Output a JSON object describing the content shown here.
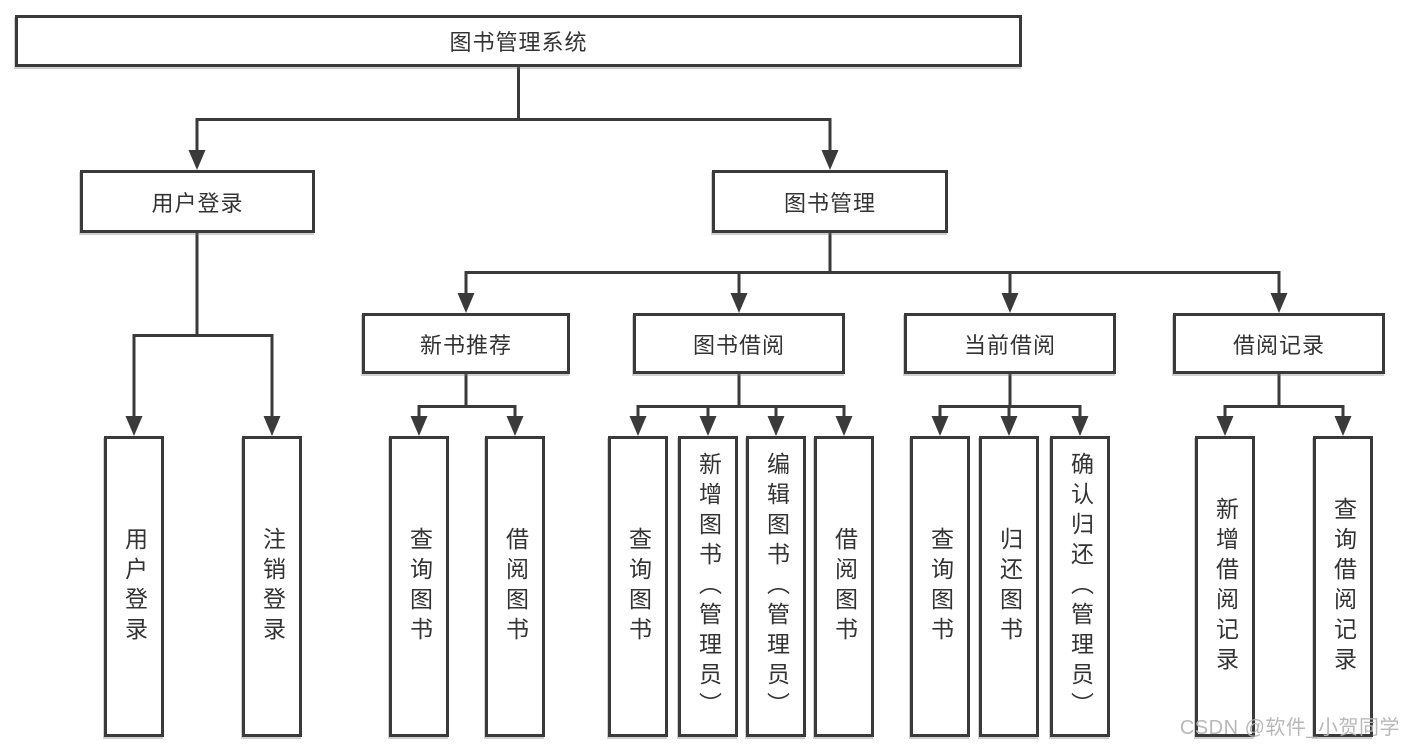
{
  "tree": {
    "root": {
      "label": "图书管理系统",
      "children": [
        {
          "label": "用户登录",
          "children": [
            {
              "label": "用户登录"
            },
            {
              "label": "注销登录"
            }
          ]
        },
        {
          "label": "图书管理",
          "children": [
            {
              "label": "新书推荐",
              "children": [
                {
                  "label": "查询图书"
                },
                {
                  "label": "借阅图书"
                }
              ]
            },
            {
              "label": "图书借阅",
              "children": [
                {
                  "label": "查询图书"
                },
                {
                  "label": "新增图书（管理员）"
                },
                {
                  "label": "编辑图书（管理员）"
                },
                {
                  "label": "借阅图书"
                }
              ]
            },
            {
              "label": "当前借阅",
              "children": [
                {
                  "label": "查询图书"
                },
                {
                  "label": "归还图书"
                },
                {
                  "label": "确认归还（管理员）"
                }
              ]
            },
            {
              "label": "借阅记录",
              "children": [
                {
                  "label": "新增借阅记录"
                },
                {
                  "label": "查询借阅记录"
                }
              ]
            }
          ]
        }
      ]
    }
  },
  "watermark": {
    "text": "CSDN @软件_小贺同学"
  },
  "colors": {
    "line": "#3a3a3a",
    "text": "#333333",
    "watermark": "#b5b5b5",
    "background": "#ffffff"
  }
}
